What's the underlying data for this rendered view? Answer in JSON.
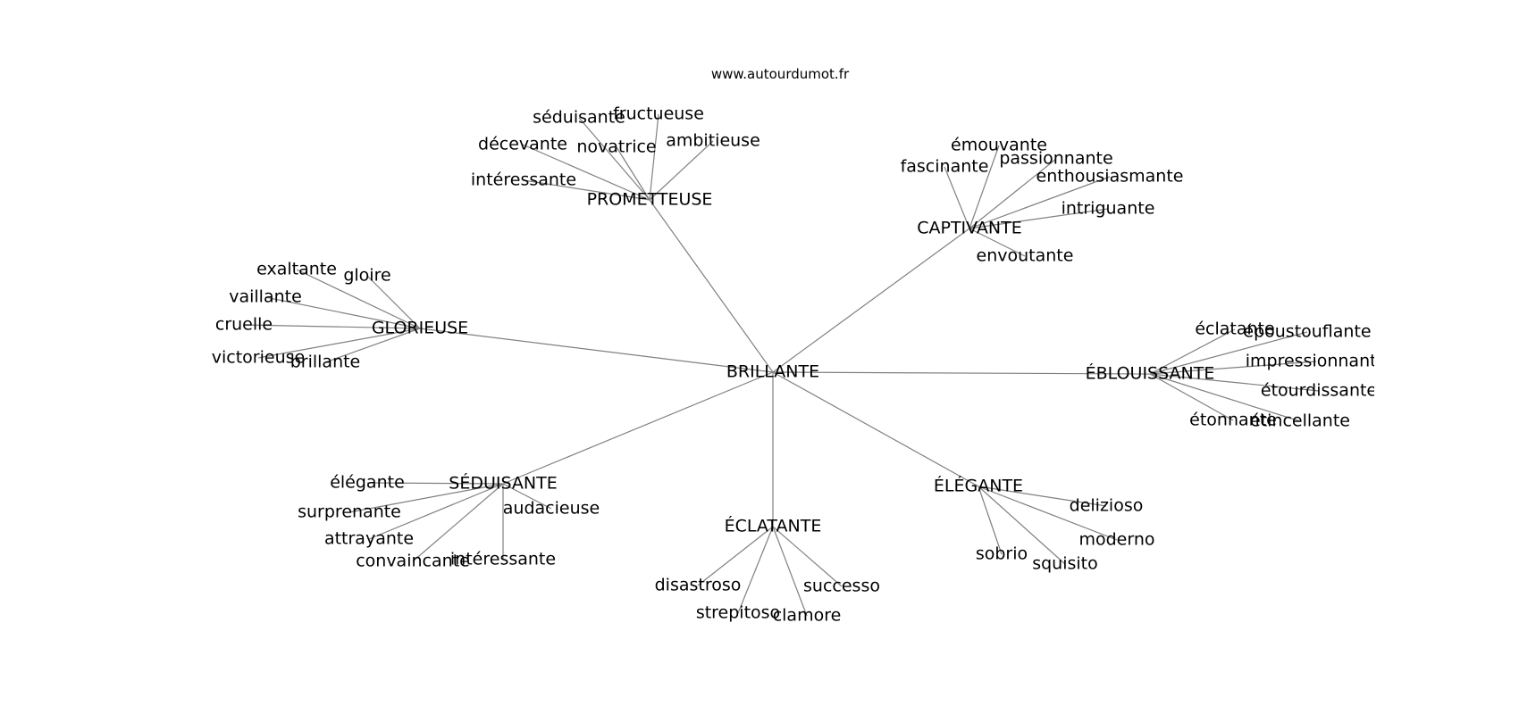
{
  "source_text": "www.autourdumot.fr",
  "root": "BRILLANTE",
  "clusters": [
    {
      "id": "prometteuse",
      "hub": "PROMETTEUSE",
      "leaves": [
        "séduisante",
        "fructueuse",
        "décevante",
        "novatrice",
        "ambitieuse",
        "intéressante"
      ]
    },
    {
      "id": "captivante",
      "hub": "CAPTIVANTE",
      "leaves": [
        "émouvante",
        "fascinante",
        "passionnante",
        "enthousiasmante",
        "intriguante",
        "envoutante"
      ]
    },
    {
      "id": "glorieuse",
      "hub": "GLORIEUSE",
      "leaves": [
        "exaltante",
        "gloire",
        "vaillante",
        "cruelle",
        "victorieuse",
        "brillante"
      ]
    },
    {
      "id": "eblouissante",
      "hub": "ÉBLOUISSANTE",
      "leaves": [
        "éclatante",
        "époustouflante",
        "impressionnante",
        "étourdissante",
        "étonnante",
        "étincellante"
      ]
    },
    {
      "id": "seduisante",
      "hub": "SÉDUISANTE",
      "leaves": [
        "élégante",
        "surprenante",
        "audacieuse",
        "attrayante",
        "convaincante",
        "intéressante"
      ]
    },
    {
      "id": "elegante",
      "hub": "ÉLÉGANTE",
      "leaves": [
        "delizioso",
        "moderno",
        "sobrio",
        "squisito"
      ]
    },
    {
      "id": "eclatante",
      "hub": "ÉCLATANTE",
      "leaves": [
        "disastroso",
        "successo",
        "strepitoso",
        "clamore"
      ]
    }
  ]
}
